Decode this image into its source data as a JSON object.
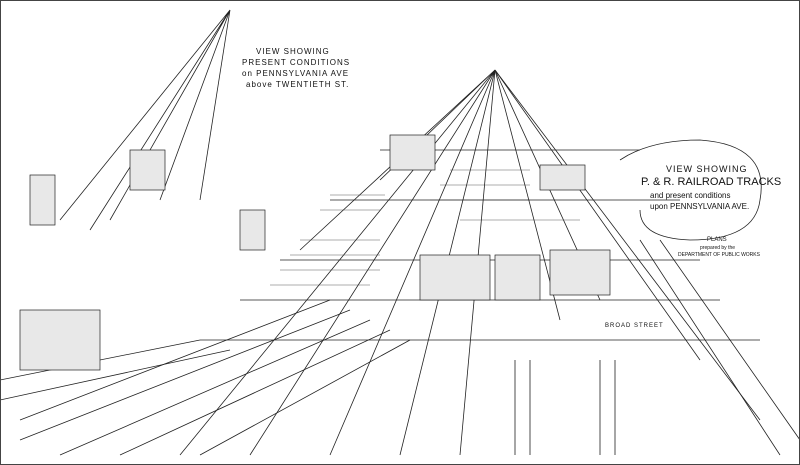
{
  "inset_caption": {
    "line1": "VIEW SHOWING",
    "line2": "PRESENT CONDITIONS",
    "line3": "on PENNSYLVANIA AVE",
    "line4": "above TWENTIETH ST."
  },
  "main_caption": {
    "line1": "VIEW SHOWING",
    "line2": "P. & R. RAILROAD TRACKS",
    "line3": "and present conditions",
    "line4": "upon PENNSYLVANIA AVE."
  },
  "plans_block": {
    "title": "PLANS",
    "line1": "prepared by the",
    "line2": "DEPARTMENT OF PUBLIC WORKS"
  },
  "street_label": "BROAD STREET",
  "colors": {
    "ink": "#111111",
    "paper": "#ffffff"
  }
}
